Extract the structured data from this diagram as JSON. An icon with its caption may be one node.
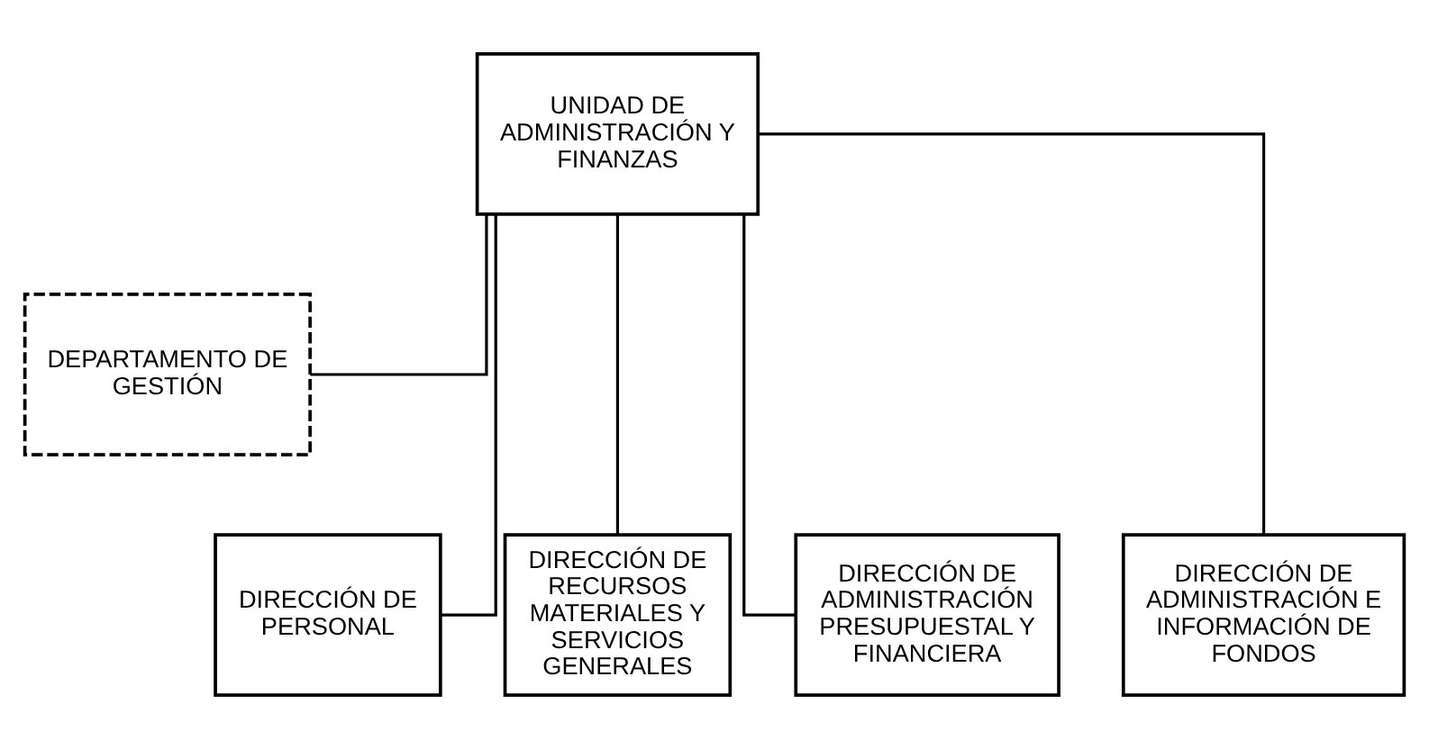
{
  "diagram": {
    "nodes": [
      {
        "text": [
          "UNIDAD DE ADMINISTRACIÓN Y FINANZAS"
        ]
      },
      {
        "text": [
          "DEPARTAMENTO DE GESTIÓN"
        ]
      },
      {
        "text": [
          "DIRECCIÓN DE PERSONAL"
        ]
      },
      {
        "text": [
          "DIRECCIÓN DE RECURSOS MATERIALES Y SERVICIOS GENERALES"
        ]
      },
      {
        "text": [
          "DIRECCIÓN DE ADMINISTRACIÓN PRESUPUESTAL Y FINANCIERA"
        ]
      },
      {
        "text": [
          "DIRECCIÓN DE ADMINISTRACIÓN E INFORMACIÓN DE FONDOS"
        ]
      }
    ],
    "edges": [
      {
        "from": 0,
        "to": 1,
        "arrow": "none"
      },
      {
        "from": 0,
        "to": 2,
        "arrow": "none"
      },
      {
        "from": 0,
        "to": 3,
        "arrow": "none"
      },
      {
        "from": 0,
        "to": 4,
        "arrow": "none"
      },
      {
        "from": 0,
        "to": 5,
        "arrow": "none"
      }
    ]
  }
}
